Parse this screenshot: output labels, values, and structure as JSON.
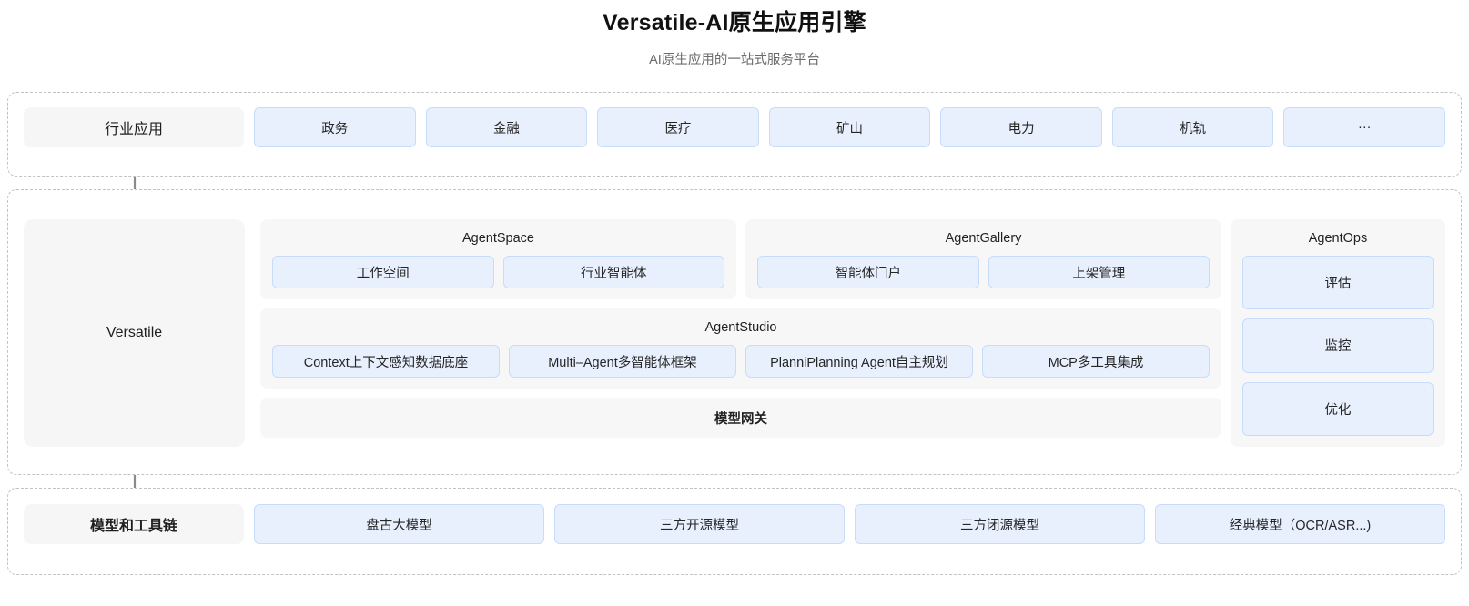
{
  "header": {
    "title": "Versatile-AI原生应用引擎",
    "subtitle": "AI原生应用的一站式服务平台"
  },
  "colors": {
    "chip_fill": "#e8f0fd",
    "chip_border": "#c6dcfa",
    "label_fill": "#f6f6f6",
    "card_fill": "#f7f7f8",
    "dashed_border": "#c2c2c2",
    "arrow": "#8a8a8a"
  },
  "industry": {
    "label": "行业应用",
    "items": [
      {
        "label": "政务"
      },
      {
        "label": "金融"
      },
      {
        "label": "医疗"
      },
      {
        "label": "矿山"
      },
      {
        "label": "电力"
      },
      {
        "label": "机轨"
      },
      {
        "label": "···"
      }
    ]
  },
  "platform": {
    "label": "Versatile",
    "agentspace": {
      "title": "AgentSpace",
      "items": [
        {
          "label": "工作空间"
        },
        {
          "label": "行业智能体"
        }
      ]
    },
    "agentgallery": {
      "title": "AgentGallery",
      "items": [
        {
          "label": "智能体门户"
        },
        {
          "label": "上架管理"
        }
      ]
    },
    "agentstudio": {
      "title": "AgentStudio",
      "items": [
        {
          "label": "Context上下文感知数据底座"
        },
        {
          "label": "Multi–Agent多智能体框架"
        },
        {
          "label": "PlanniPlanning Agent自主规划"
        },
        {
          "label": "MCP多工具集成"
        }
      ]
    },
    "gateway": {
      "label": "模型网关"
    },
    "agentops": {
      "title": "AgentOps",
      "items": [
        {
          "label": "评估"
        },
        {
          "label": "监控"
        },
        {
          "label": "优化"
        }
      ]
    }
  },
  "models": {
    "label": "模型和工具链",
    "items": [
      {
        "label": "盘古大模型"
      },
      {
        "label": "三方开源模型"
      },
      {
        "label": "三方闭源模型"
      },
      {
        "label": "经典模型（OCR/ASR...)"
      }
    ]
  }
}
